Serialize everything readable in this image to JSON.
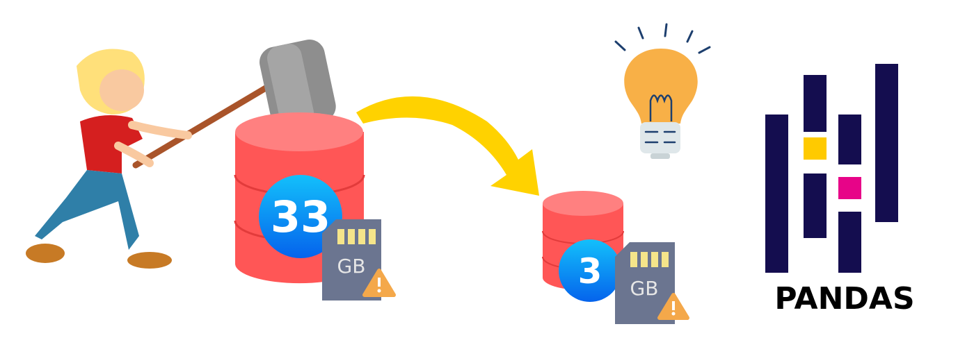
{
  "large_database": {
    "count_badge": "33",
    "memory_card_label": "GB"
  },
  "small_database": {
    "count_badge": "3",
    "memory_card_label": "GB"
  },
  "logo": {
    "text": "PANDAS"
  },
  "colors": {
    "database_red": "#ff5a5a",
    "badge_blue": "#0a7ff0",
    "arrow_yellow": "#ffd200",
    "bulb_orange": "#f8b047",
    "pandas_navy": "#140d4f",
    "pandas_yellow": "#ffca00",
    "pandas_pink": "#e70488"
  }
}
